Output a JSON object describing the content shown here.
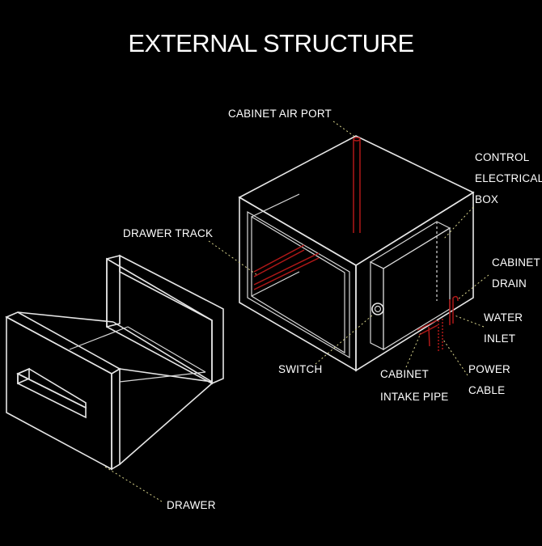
{
  "title": "EXTERNAL STRUCTURE",
  "labels": {
    "cabinet_air_port": "CABINET AIR PORT",
    "control_1": "CONTROL",
    "control_2": "ELECTRICAL",
    "control_3": "BOX",
    "drawer_track": "DRAWER TRACK",
    "cabinet_drain_1": "CABINET",
    "cabinet_drain_2": "DRAIN",
    "water_inlet_1": "WATER",
    "water_inlet_2": "INLET",
    "switch": "SWITCH",
    "power_cable_1": "POWER",
    "power_cable_2": "CABLE",
    "intake_pipe_1": "CABINET",
    "intake_pipe_2": "INTAKE PIPE",
    "drawer": "DRAWER"
  },
  "colors": {
    "background": "#000000",
    "outline": "#e6e6e6",
    "pipe": "#b01818",
    "leader": "#d6d28a"
  }
}
